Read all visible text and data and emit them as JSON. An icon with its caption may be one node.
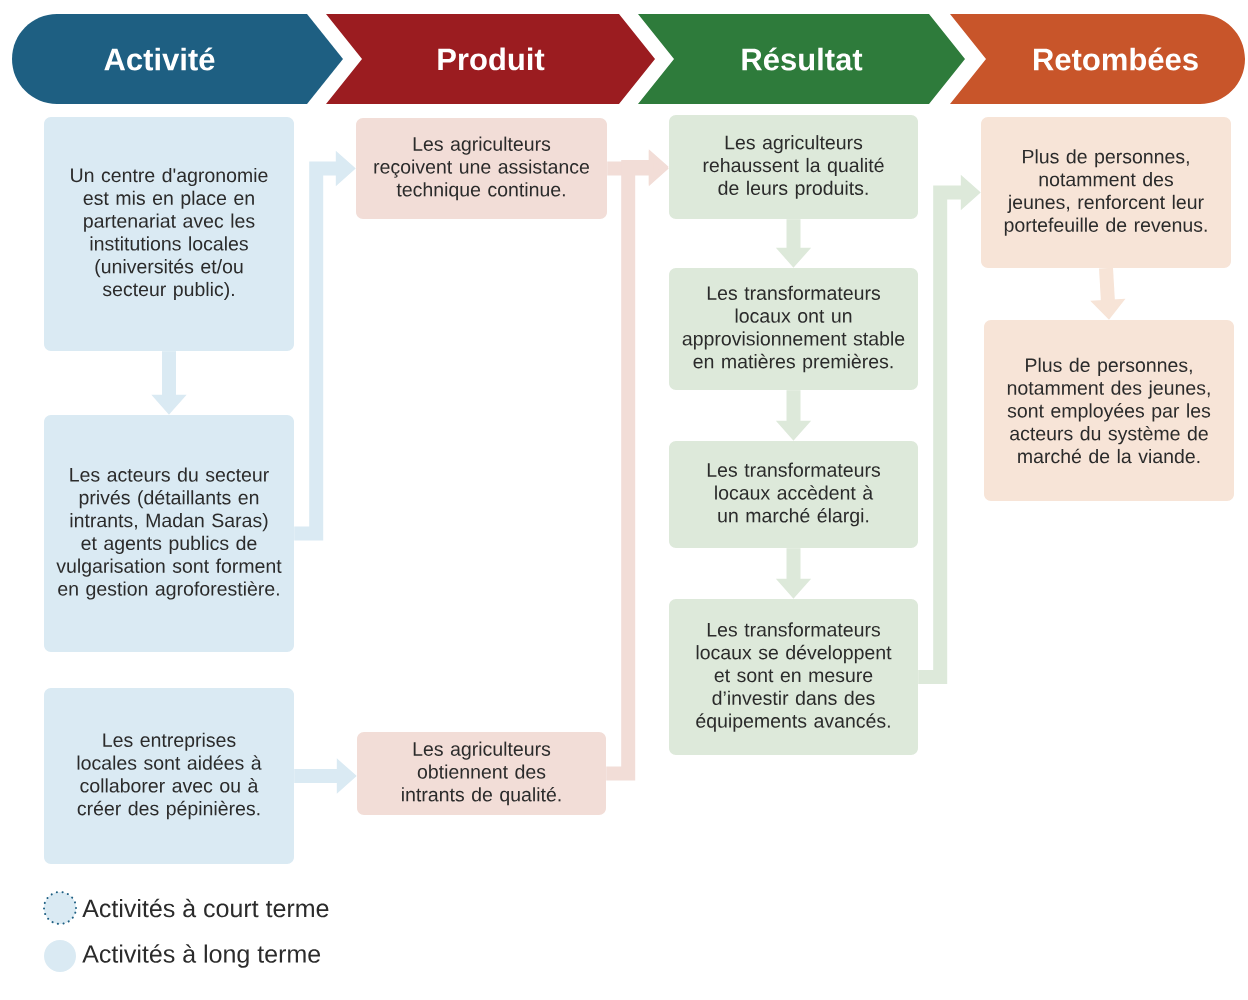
{
  "diagram": {
    "nodes": [
      {
        "text": [
          "Activité"
        ]
      },
      {
        "text": [
          "Produit"
        ]
      },
      {
        "text": [
          "Résultat"
        ]
      },
      {
        "text": [
          "Retombées"
        ]
      },
      {
        "text": [
          "Un centre d'agronomie est mis en place en partenariat avec les institutions locales (universités et/ou secteur public)."
        ]
      },
      {
        "text": [
          "Les acteurs du secteur privés (détaillants en intrants, Madan Saras) et agents publics de vulgarisation sont forment en gestion agroforestière."
        ]
      },
      {
        "text": [
          "Les entreprises locales sont aidées à collaborer avec ou à créer des pépinières."
        ]
      },
      {
        "text": [
          "Les agriculteurs reçoivent une assistance technique continue."
        ]
      },
      {
        "text": [
          "Les agriculteurs obtiennent des intrants de qualité."
        ]
      },
      {
        "text": [
          "Les agriculteurs rehaussent la qualité de leurs produits."
        ]
      },
      {
        "text": [
          "Les transformateurs locaux ont un approvisionnement stable en matières premières."
        ]
      },
      {
        "text": [
          "Les transformateurs locaux accèdent à un marché élargi."
        ]
      },
      {
        "text": [
          "Les transformateurs locaux se développent et sont en mesure d’investir dans des équipements avancés."
        ]
      },
      {
        "text": [
          "Plus de personnes, notamment des jeunes, renforcent leur portefeuille de revenus."
        ]
      },
      {
        "text": [
          "Plus de personnes, notamment des jeunes, sont employées par les acteurs du système de marché de la viande."
        ]
      }
    ],
    "edges": [
      {
        "from": 4,
        "to": 5,
        "arrow": "to",
        "color": "#daeaf3"
      },
      {
        "from": 5,
        "to": 7,
        "arrow": "to",
        "color": "#daeaf3"
      },
      {
        "from": 6,
        "to": 8,
        "arrow": "to",
        "color": "#daeaf3"
      },
      {
        "from": 7,
        "to": 9,
        "arrow": "to",
        "color": "#f2ddd7"
      },
      {
        "from": 8,
        "to": 9,
        "arrow": "to",
        "color": "#f2ddd7"
      },
      {
        "from": 9,
        "to": 10,
        "arrow": "to",
        "color": "#dde9da"
      },
      {
        "from": 10,
        "to": 11,
        "arrow": "to",
        "color": "#dde9da"
      },
      {
        "from": 11,
        "to": 12,
        "arrow": "to",
        "color": "#dde9da"
      },
      {
        "from": 12,
        "to": 13,
        "arrow": "to",
        "color": "#dde9da"
      },
      {
        "from": 13,
        "to": 14,
        "arrow": "to",
        "color": "#f7e4d7"
      }
    ],
    "legend": [
      {
        "text": "Activités à court terme"
      },
      {
        "text": "Activités à long terme",
        "color": "#daeaf3"
      }
    ]
  }
}
